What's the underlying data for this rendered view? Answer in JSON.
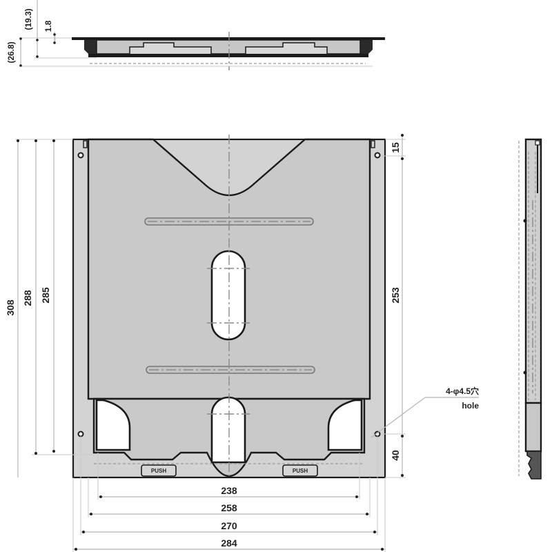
{
  "drawing": {
    "title": "Sliding tray / plate assembly technical drawing",
    "colors": {
      "plate_fill": "#c9c9c9",
      "frame_fill": "#d3d3d3",
      "outline": "#1a1a1a",
      "dimension_line": "#b5b5b5",
      "background": "#ffffff"
    },
    "side_view_top": {
      "dimensions": {
        "overall_height": "(26.8)",
        "body_height": "(19.3)",
        "flange_thickness": "1.8"
      }
    },
    "front_view": {
      "vertical_dimensions_left": {
        "overall": "308",
        "frame_inner": "288",
        "plate": "285"
      },
      "vertical_dimensions_right": {
        "top_to_hole": "15",
        "hole_to_hole": "253",
        "hole_to_bottom": "40"
      },
      "horizontal_dimensions_bottom": {
        "opening": "238",
        "plate_width": "258",
        "hole_pitch": "270",
        "overall_width": "284"
      },
      "hole_callout": {
        "line1": "4-φ4.5穴",
        "line2": "hole"
      },
      "push_tabs": [
        {
          "label": "PUSH"
        },
        {
          "label": "PUSH"
        }
      ]
    },
    "side_view_right": {
      "label": ""
    }
  }
}
